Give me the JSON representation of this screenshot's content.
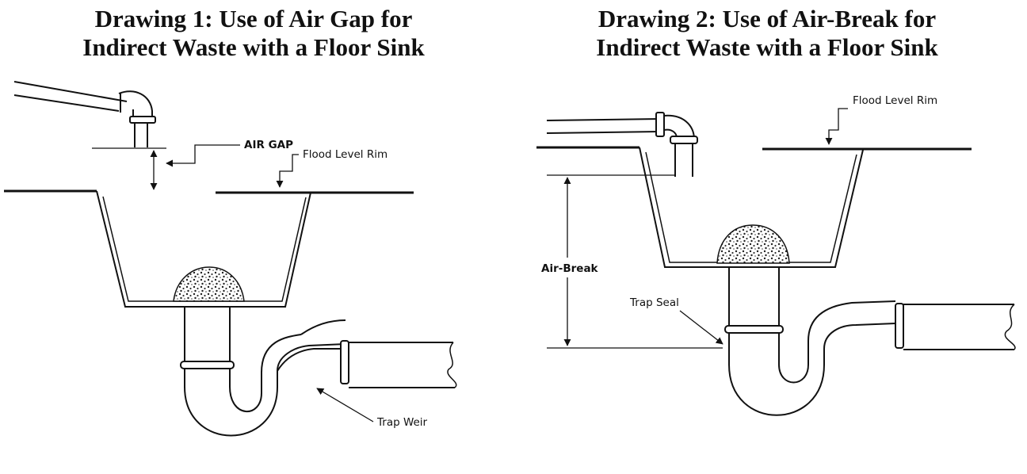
{
  "drawing1": {
    "title_line1": "Drawing 1: Use of Air Gap for",
    "title_line2": "Indirect Waste with a Floor Sink",
    "label_air_gap": "AIR GAP",
    "label_flood_level_rim": "Flood Level Rim",
    "label_trap_weir": "Trap Weir"
  },
  "drawing2": {
    "title_line1": "Drawing 2: Use of Air-Break for",
    "title_line2": "Indirect Waste with a Floor Sink",
    "label_flood_level_rim": "Flood Level Rim",
    "label_air_break": "Air-Break",
    "label_trap_seal": "Trap Seal"
  }
}
